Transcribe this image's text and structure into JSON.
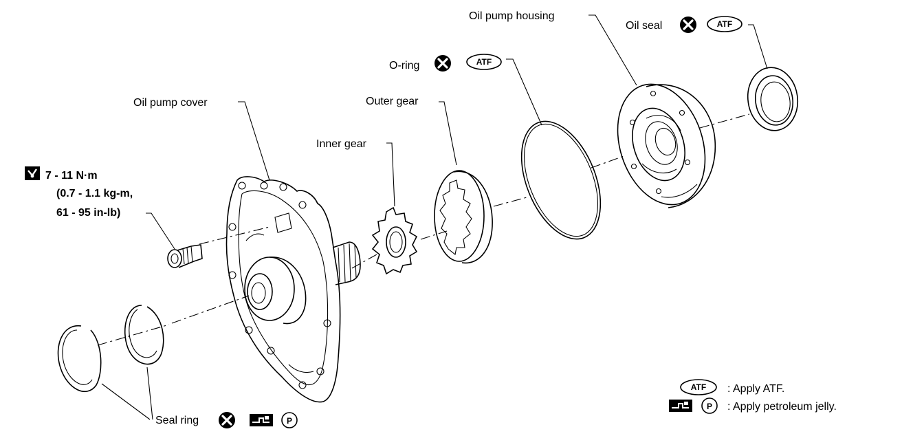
{
  "labels": {
    "oil_pump_housing": "Oil pump housing",
    "oil_seal": "Oil seal",
    "o_ring": "O-ring",
    "oil_pump_cover": "Oil pump cover",
    "outer_gear": "Outer gear",
    "inner_gear": "Inner gear",
    "seal_ring": "Seal ring"
  },
  "torque": {
    "line1": "7 - 11 N·m",
    "line2": "(0.7 - 1.1 kg-m,",
    "line3": "61 - 95 in-lb)"
  },
  "badges": {
    "atf": "ATF",
    "p": "P"
  },
  "legend": {
    "atf_text": ": Apply ATF.",
    "p_text": ": Apply petroleum jelly."
  },
  "icons": {
    "replace": "x-in-circle-icon",
    "torque": "torque-wrench-icon",
    "jelly": "petroleum-jelly-icon"
  }
}
